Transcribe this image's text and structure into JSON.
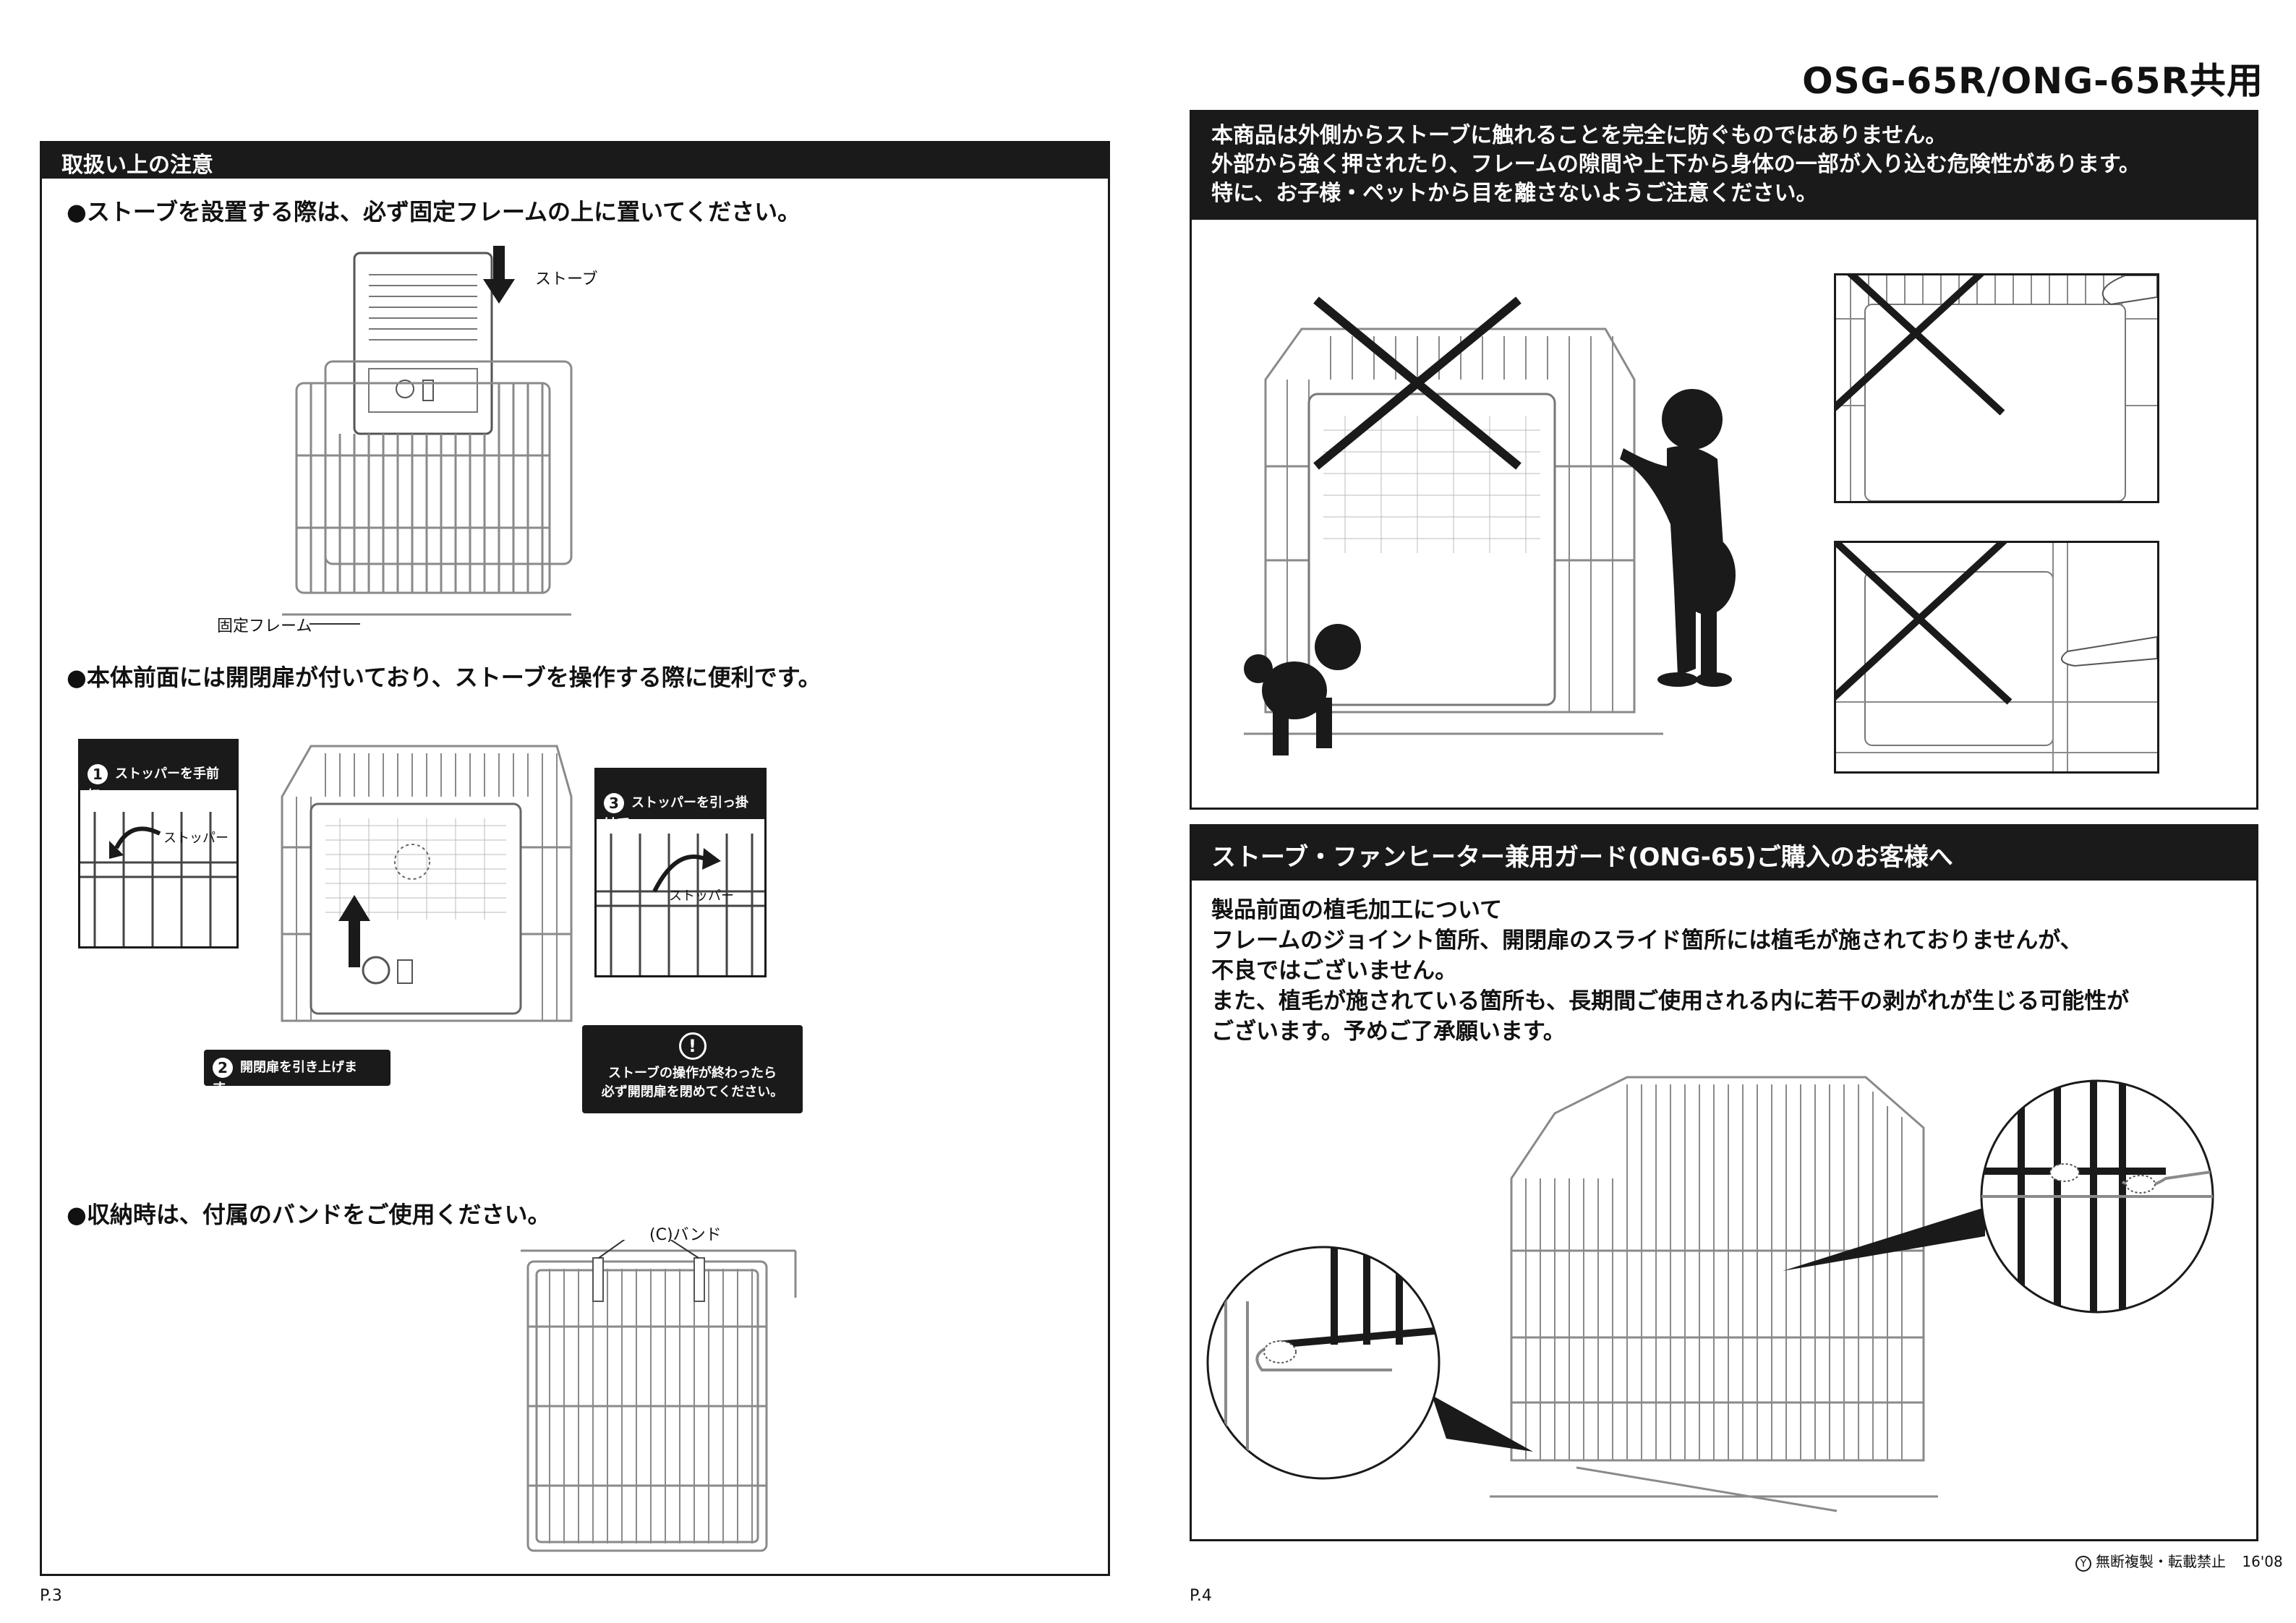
{
  "header": {
    "model": "OSG-65R/ONG-65R共用"
  },
  "left": {
    "bar_title": "取扱い上の注意",
    "point1": "●ストーブを設置する際は、必ず固定フレームの上に置いてください。",
    "label_stove": "ストーブ",
    "label_frame": "固定フレーム",
    "point2": "●本体前面には開閉扉が付いており、ストーブを操作する際に便利です。",
    "step1": {
      "num": "1",
      "text": "ストッパーを手前に\n引きます。",
      "label": "ストッパー"
    },
    "step2": {
      "num": "2",
      "text": "開閉扉を引き上げます。"
    },
    "step3": {
      "num": "3",
      "text": "ストッパーを引っ掛けて\n固定します。",
      "label": "ストッパー"
    },
    "warning": {
      "symbol": "!",
      "text": "ストーブの操作が終わったら\n必ず開閉扉を閉めてください。"
    },
    "point3": "●収納時は、付属のバンドをご使用ください。",
    "label_band": "(C)バンド",
    "page": "P.3"
  },
  "right": {
    "warn_lines": [
      "本商品は外側からストーブに触れることを完全に防ぐものではありません。",
      "外部から強く押されたり、フレームの隙間や上下から身体の一部が入り込む危険性があります。",
      "特に、お子様・ペットから目を離さないようご注意ください。"
    ],
    "bar_title": "ストーブ・ファンヒーター兼用ガード(ONG-65)ご購入のお客様へ",
    "notice_lines": [
      "製品前面の植毛加工について",
      "フレームのジョイント箇所、開閉扉のスライド箇所には植毛が施されておりませんが、",
      "不良ではございません。",
      "また、植毛が施されている箇所も、長期間ご使用される内に若干の剥がれが生じる可能性が",
      "ございます。予めご了承願います。"
    ],
    "copyright": "無断複製・転載禁止",
    "copyright_mark": "Y",
    "year": "16'08",
    "page": "P.4"
  },
  "colors": {
    "ink": "#1a1a1a",
    "paper": "#ffffff",
    "frame": "#8a8a8a"
  },
  "icons": [
    "arrow-down-icon",
    "arrow-up-icon",
    "curved-arrow-icon",
    "cross-mark-icon",
    "exclamation-icon"
  ]
}
